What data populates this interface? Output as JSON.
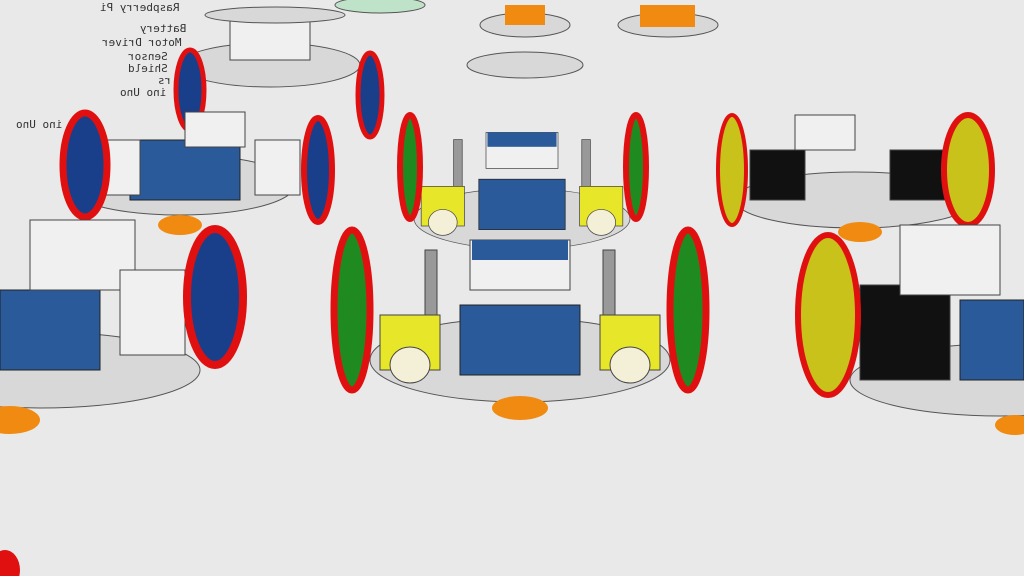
{
  "labels": {
    "raspberry": "Raspberry Pi",
    "battery": "Battery",
    "motor_driver": "Motor Driver",
    "sensor": "Sensor",
    "shield": "Shield",
    "rs": "rs",
    "uno1": "ino Uno",
    "uno2": "ino Uno"
  },
  "colors": {
    "background": "#e9e9e9",
    "tire": "#e01010",
    "wheel_blue": "#1a3f8a",
    "wheel_green": "#1f8a1f",
    "wheel_yellow": "#c8c21a",
    "motor_yellow": "#e8e628",
    "board_blue": "#2a5a9a",
    "caster": "#f08a10",
    "chassis": "#d8d8d8"
  }
}
